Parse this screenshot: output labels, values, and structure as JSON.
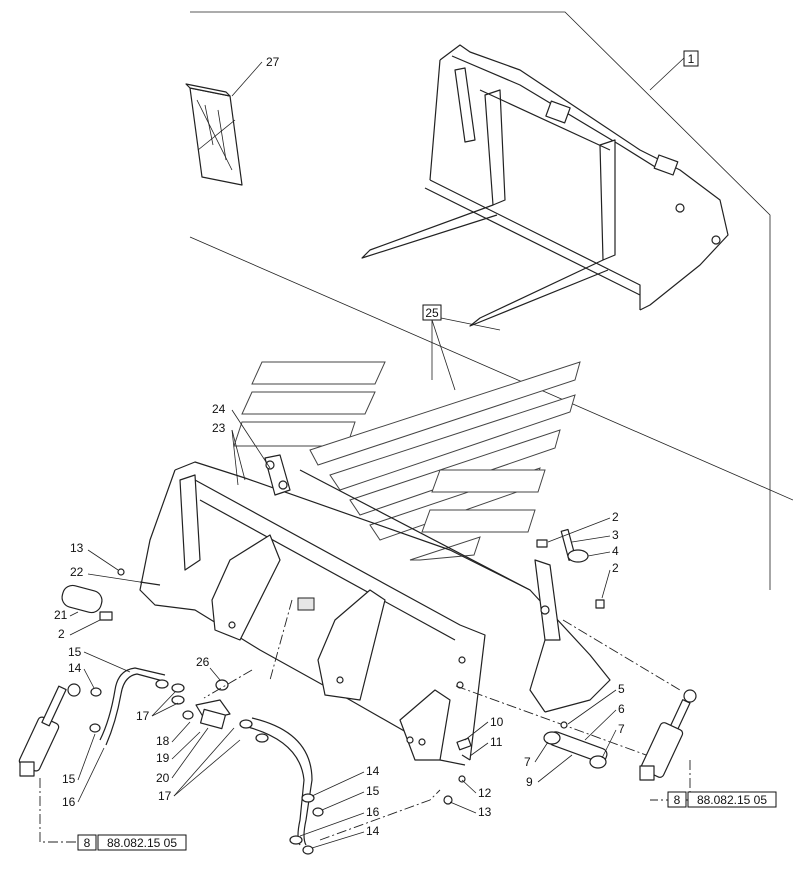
{
  "callouts": {
    "c27": "27",
    "c1": "1",
    "c25": "25",
    "c24": "24",
    "c23": "23",
    "c13a": "13",
    "c22": "22",
    "c21": "21",
    "c2a": "2",
    "c2b": "2",
    "c3": "3",
    "c4": "4",
    "c2c": "2",
    "c15a": "15",
    "c14a": "14",
    "c26": "26",
    "c17a": "17",
    "c18": "18",
    "c19": "19",
    "c20": "20",
    "c17b": "17",
    "c15b": "15",
    "c16a": "16",
    "c14b": "14",
    "c15c": "15",
    "c16b": "16",
    "c14c": "14",
    "c10": "10",
    "c11": "11",
    "c12": "12",
    "c13b": "13",
    "c5": "5",
    "c6": "6",
    "c7a": "7",
    "c7b": "7",
    "c9": "9"
  },
  "references": {
    "left": {
      "num": "8",
      "code": "88.082.15 05"
    },
    "right": {
      "num": "8",
      "code": "88.082.15 05"
    }
  },
  "icons": [
    "manual-booklet-icon",
    "pallet-fork-icon",
    "bucket-icon",
    "hydraulic-cylinder-icon",
    "hose-icon",
    "dealer-logo-watermark"
  ]
}
